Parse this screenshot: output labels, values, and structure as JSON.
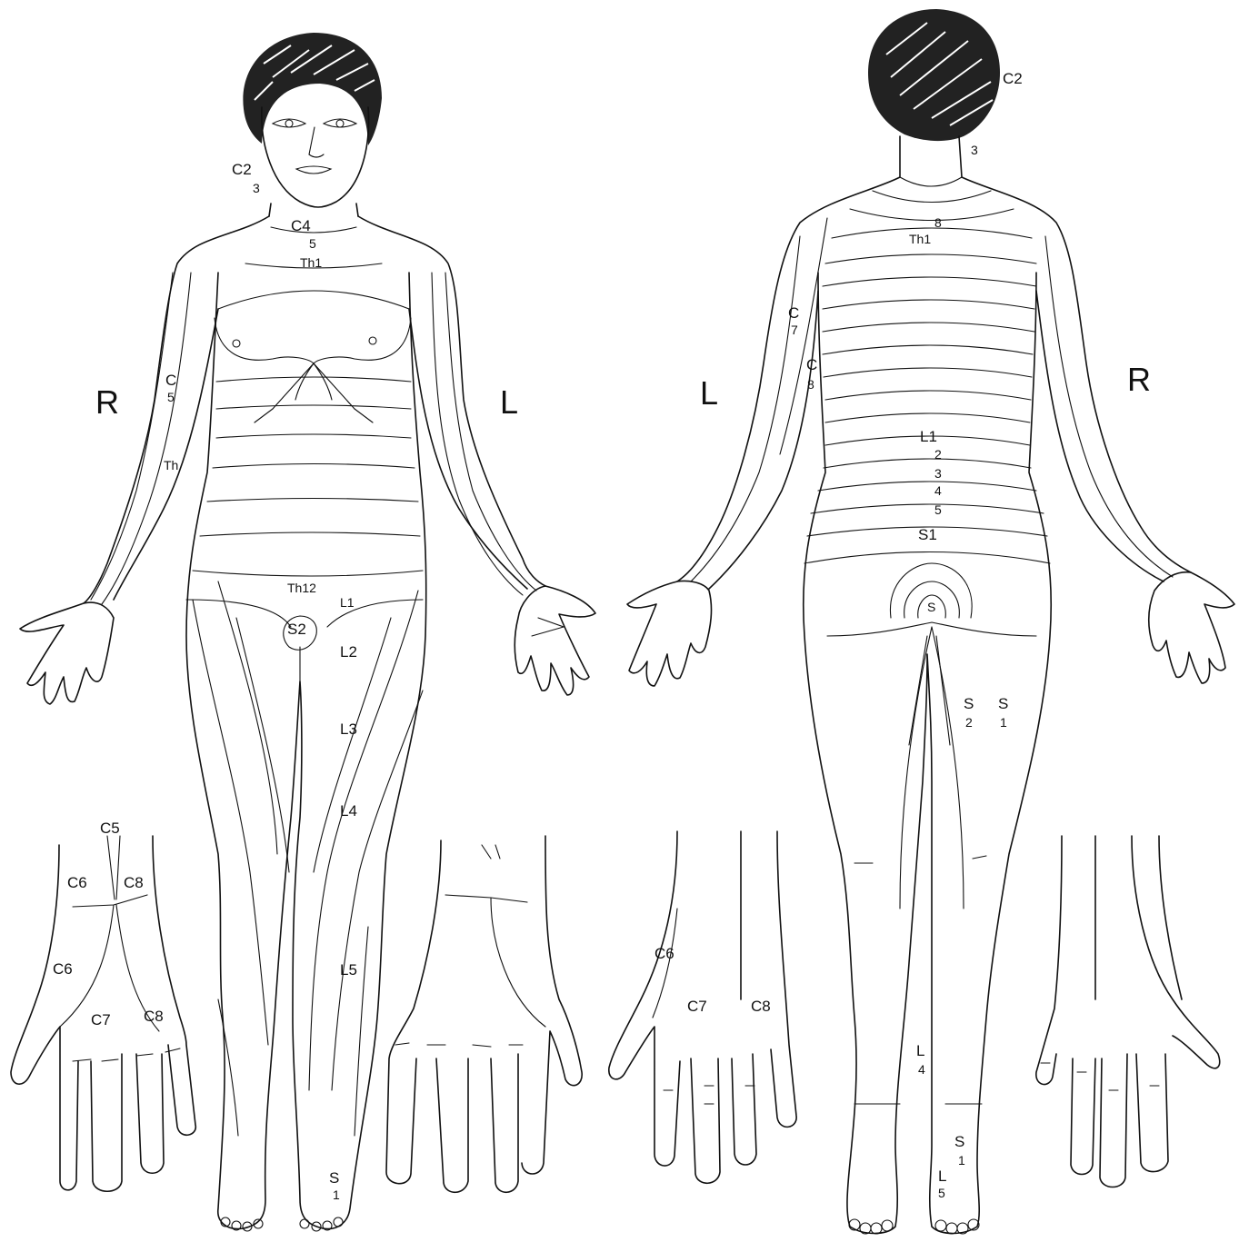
{
  "side_labels": {
    "front_right": "R",
    "front_left": "L",
    "back_left": "L",
    "back_right": "R"
  },
  "front_labels": {
    "c2": "C2",
    "c3": "3",
    "c4": "C4",
    "c5_neck": "5",
    "th1": "Th1",
    "arm_c": "C",
    "arm_5": "5",
    "arm_th": "Th",
    "th12": "Th12",
    "s2": "S2",
    "l1": "L1",
    "l2": "L2",
    "l3": "L3",
    "l4": "L4",
    "l5": "L5",
    "s_foot": "S",
    "s_foot_1": "1"
  },
  "back_labels": {
    "c2": "C2",
    "c3": "3",
    "c8_neck": "8",
    "th1": "Th1",
    "c7_c": "C",
    "c7_7": "7",
    "c8_c": "C",
    "c8_8": "8",
    "l1": "L1",
    "n2": "2",
    "n3": "3",
    "n4": "4",
    "n5": "5",
    "s1": "S1",
    "s_center": "S",
    "s2_s": "S",
    "s2_2": "2",
    "s1_s": "S",
    "s1_1": "1",
    "l4_l": "L",
    "l4_4": "4",
    "foot_s": "S",
    "foot_1": "1",
    "foot_l": "L",
    "foot_5": "5"
  },
  "hand_front_labels": {
    "c5": "C5",
    "c6_top": "C6",
    "c8_top": "C8",
    "c6": "C6",
    "c7": "C7",
    "c8": "C8"
  },
  "hand_back_labels": {
    "c6": "C6",
    "c7": "C7",
    "c8": "C8"
  }
}
